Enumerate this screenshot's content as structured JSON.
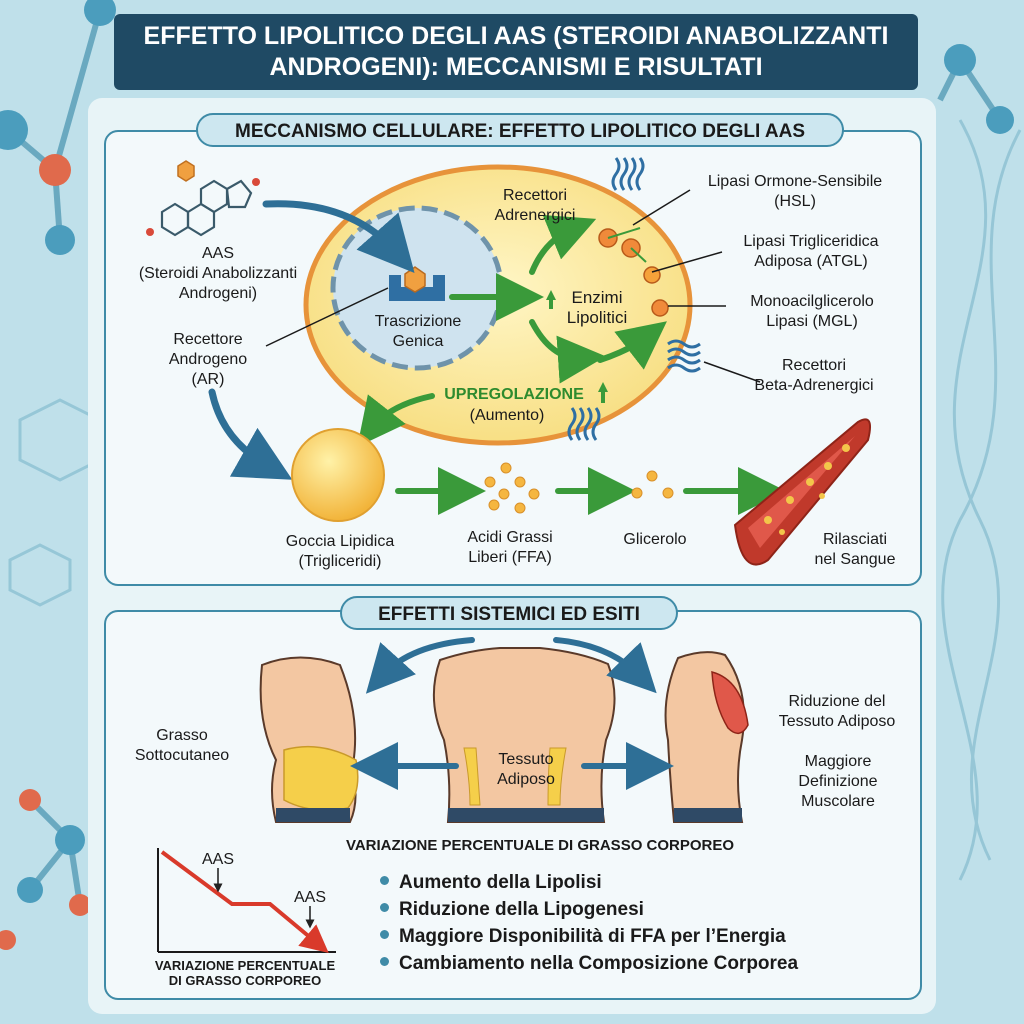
{
  "title": "EFFETTO LIPOLITICO DEGLI AAS (STEROIDI ANABOLIZZANTI ANDROGENI): MECCANISMI E RISULTATI",
  "section1": {
    "heading": "MECCANISMO CELLULARE: EFFETTO LIPOLITICO DEGLI AAS",
    "aas_label": "AAS\n(Steroidi Anabolizzanti\nAndrogeni)",
    "ar_label": "Recettore\nAndrogeno\n(AR)",
    "nucleus_label": "Trascrizione\nGenica",
    "adrenergic_label": "Recettori\nAdrenergici",
    "enzymes_label": "Enzimi\nLipolitici",
    "upregulation_label": "UPREGOLAZIONE",
    "upregulation_sub": "(Aumento)",
    "hsl_label": "Lipasi Ormone-Sensibile\n(HSL)",
    "atgl_label": "Lipasi Trigliceridica\nAdiposa (ATGL)",
    "mgl_label": "Monoacilglicerolo\nLipasi (MGL)",
    "beta_label": "Recettori\nBeta-Adrenergici",
    "droplet_label": "Goccia Lipidica\n(Trigliceridi)",
    "ffa_label": "Acidi Grassi\nLiberi (FFA)",
    "glycerol_label": "Glicerolo",
    "blood_label": "Rilasciati\nnel Sangue"
  },
  "section2": {
    "heading": "EFFETTI SISTEMICI ED ESITI",
    "subcut_label": "Grasso\nSottocutaneo",
    "adipose_label": "Tessuto\nAdiposo",
    "reduction_label": "Riduzione del\nTessuto Adiposo",
    "definition_label": "Maggiore\nDefinizione\nMuscolare",
    "chart_title": "VARIAZIONE PERCENTUALE DI GRASSO CORPOREO",
    "chart_caption": "VARIAZIONE PERCENTUALE\nDI GRASSO CORPOREO",
    "aas_marker_1": "AAS",
    "aas_marker_2": "AAS",
    "bullets": [
      "Aumento della Lipolisi",
      "Riduzione della Lipogenesi",
      "Maggiore Disponibilità di FFA per l’Energia",
      "Cambiamento nella Composizione Corporea"
    ]
  },
  "colors": {
    "title_bg": "#1f4a64",
    "border": "#3f8ba7",
    "arrow_green": "#3a9a3a",
    "arrow_blue": "#2e6f96",
    "decline_red": "#d93a2b"
  }
}
